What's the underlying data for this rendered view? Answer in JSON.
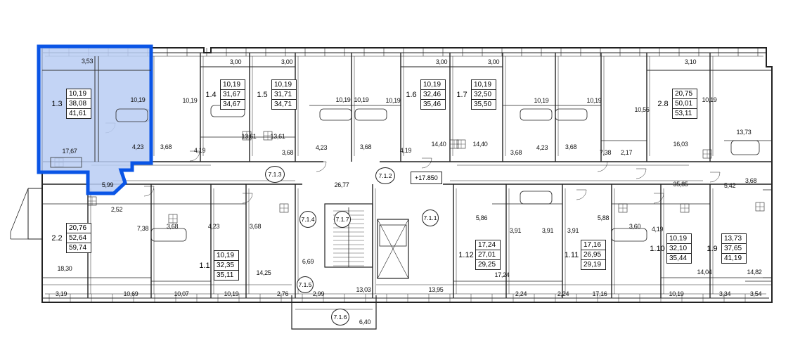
{
  "highlight": {
    "color": "#0a55e6",
    "fill": "#b8cdf3"
  },
  "units": [
    {
      "id": "1.3",
      "areas": [
        "10,19",
        "38,08",
        "41,61"
      ]
    },
    {
      "id": "1.4",
      "areas": [
        "10,19",
        "31,67",
        "34,67"
      ]
    },
    {
      "id": "1.5",
      "areas": [
        "10,19",
        "31,71",
        "34,71"
      ]
    },
    {
      "id": "1.6",
      "areas": [
        "10,19",
        "32,46",
        "35,46"
      ]
    },
    {
      "id": "1.7",
      "areas": [
        "10,19",
        "32,50",
        "35,50"
      ]
    },
    {
      "id": "2.8",
      "areas": [
        "20,75",
        "50,01",
        "53,11"
      ]
    },
    {
      "id": "2.2",
      "areas": [
        "20,76",
        "52,64",
        "59,74"
      ]
    },
    {
      "id": "1.1",
      "areas": [
        "10,19",
        "32,35",
        "35,11"
      ]
    },
    {
      "id": "1.12",
      "areas": [
        "17,24",
        "27,01",
        "29,25"
      ]
    },
    {
      "id": "1.11",
      "areas": [
        "17,16",
        "26,95",
        "29,19"
      ]
    },
    {
      "id": "1.10",
      "areas": [
        "10,19",
        "32,10",
        "35,44"
      ]
    },
    {
      "id": "1.9",
      "areas": [
        "13,73",
        "37,65",
        "41,19"
      ]
    }
  ],
  "circles": [
    "7.1.3",
    "7.1.2",
    "7.1.4",
    "7.1.7",
    "7.1.1",
    "7.1.5",
    "7.1.6"
  ],
  "elevation": "+17.850",
  "labels": [
    "3,53",
    "3,00",
    "3,00",
    "3,00",
    "3,00",
    "3,10",
    "10,19",
    "10,19",
    "10,19",
    "10,19",
    "10,19",
    "10,19",
    "10,19",
    "10,19",
    "17,67",
    "4,23",
    "3,68",
    "13,61",
    "13,61",
    "4,19",
    "3,68",
    "4,23",
    "3,68",
    "4,19",
    "14,40",
    "14,40",
    "3,68",
    "4,23",
    "3,68",
    "7,38",
    "2,17",
    "16,03",
    "13,73",
    "10,56",
    "5,99",
    "26,77",
    "35,85",
    "5,42",
    "3,68",
    "2,52",
    "7,38",
    "3,68",
    "4,23",
    "3,68",
    "5,86",
    "3,91",
    "3,91",
    "5,88",
    "3,60",
    "4,19",
    "3,91",
    "18,30",
    "14,25",
    "6,69",
    "14,04",
    "14,82",
    "3,19",
    "10,69",
    "10,07",
    "10,19",
    "2,76",
    "2,99",
    "13,03",
    "13,95",
    "17,24",
    "2,24",
    "2,24",
    "17,16",
    "10,19",
    "3,34",
    "3,54",
    "6,40"
  ]
}
